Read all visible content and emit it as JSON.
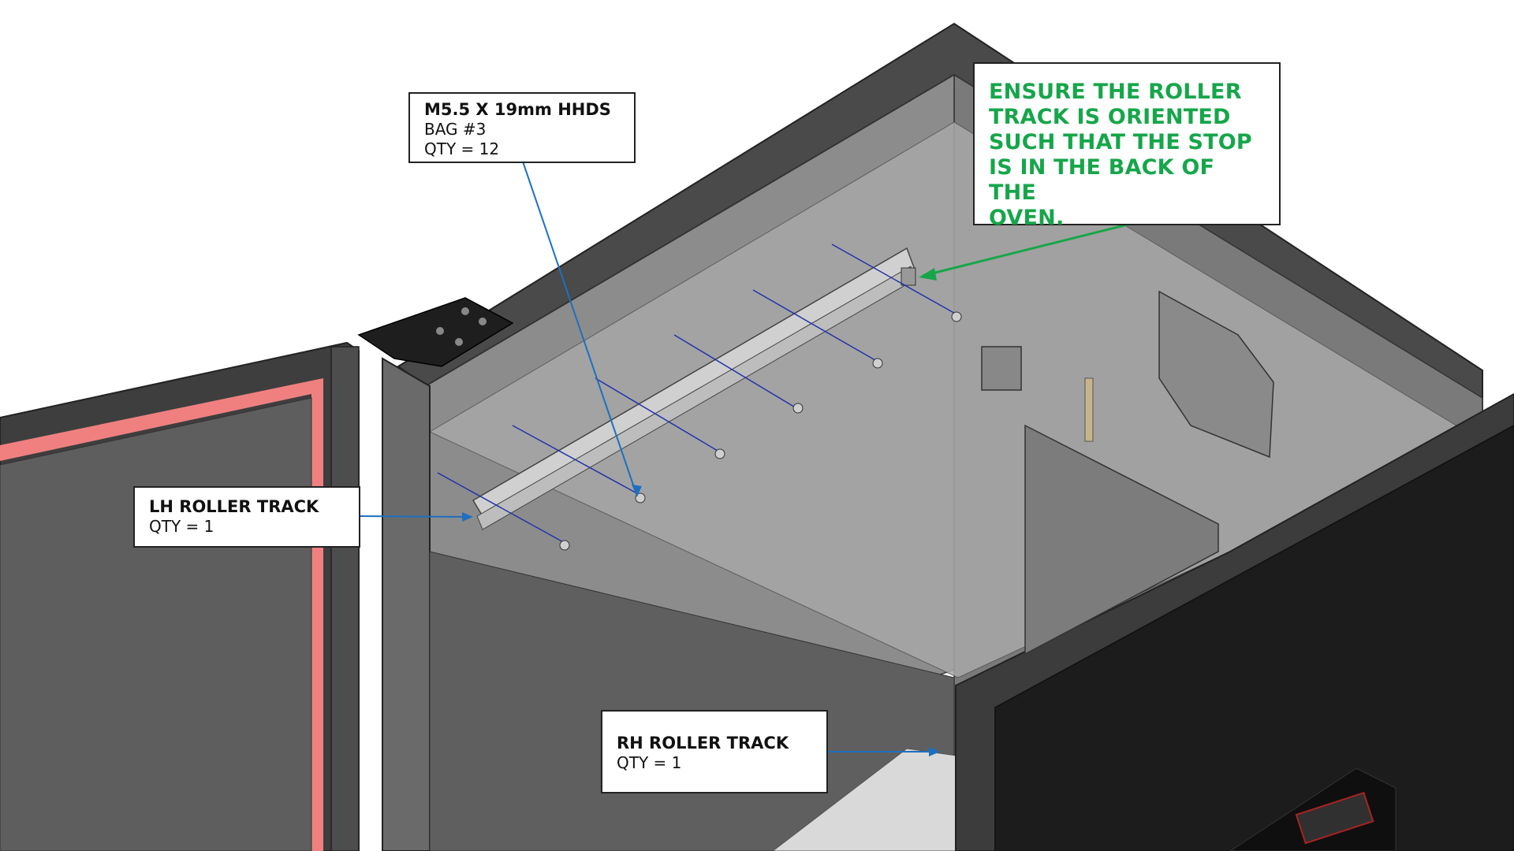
{
  "callouts": {
    "fastener": {
      "title": "M5.5 X 19mm HHDS",
      "bag": "BAG #3",
      "qty": "QTY = 12"
    },
    "lh_track": {
      "title": "LH ROLLER TRACK",
      "qty": "QTY = 1"
    },
    "rh_track": {
      "title": "RH ROLLER TRACK",
      "qty": "QTY = 1"
    }
  },
  "note": {
    "lines": [
      "ENSURE THE ROLLER",
      "TRACK IS ORIENTED",
      "SUCH THAT THE STOP",
      "IS IN THE BACK OF THE",
      "OVEN."
    ],
    "color": "#16a64a"
  },
  "colors": {
    "leader_line": "#1f6fc0",
    "note_arrow": "#16a64a",
    "gasket": "#f08080",
    "panel_dark": "#2a2a2a",
    "panel_mid": "#6b6b6b",
    "interior": "#9a9a9a"
  }
}
